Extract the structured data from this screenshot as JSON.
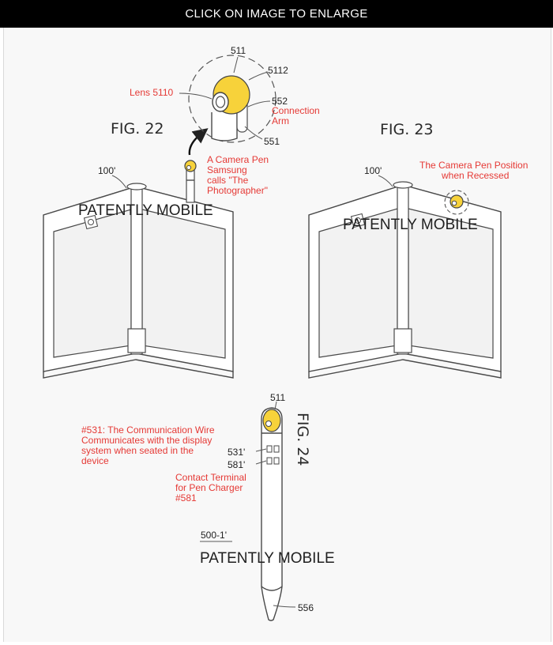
{
  "header": {
    "enlarge_text": "CLICK ON IMAGE TO ENLARGE"
  },
  "colors": {
    "annotation": "#e53935",
    "camera_highlight": "#f7d23a",
    "ink": "#4a4a4a"
  },
  "figures": {
    "fig22": {
      "label": "FIG. 22",
      "device_ref": "100'",
      "refs": {
        "pen_top": "511",
        "cap": "5112",
        "arm": "552",
        "base": "551"
      },
      "annotations": {
        "lens": "Lens 5110",
        "connection_line1": "Connection",
        "connection_line2": "Arm",
        "pen_line1": "A Camera Pen",
        "pen_line2": "Samsung",
        "pen_line3": "calls \"The",
        "pen_line4": "Photographer\""
      }
    },
    "fig23": {
      "label": "FIG. 23",
      "device_ref": "100'",
      "annotations": {
        "recessed_line1": "The Camera Pen Position",
        "recessed_line2": "when Recessed"
      }
    },
    "fig24": {
      "label": "FIG. 24",
      "refs": {
        "tip_top": "511",
        "wire": "531'",
        "terminal": "581'",
        "assembly": "500-1'",
        "nib": "556"
      },
      "annotations": {
        "wire_line1": "#531: The Communication Wire",
        "wire_line2": "Communicates with the display",
        "wire_line3": "system when seated in the",
        "wire_line4": "device",
        "terminal_line1": "Contact Terminal",
        "terminal_line2": "for Pen Charger",
        "terminal_line3": "#581"
      }
    }
  },
  "watermark": "PATENTLY MOBILE"
}
